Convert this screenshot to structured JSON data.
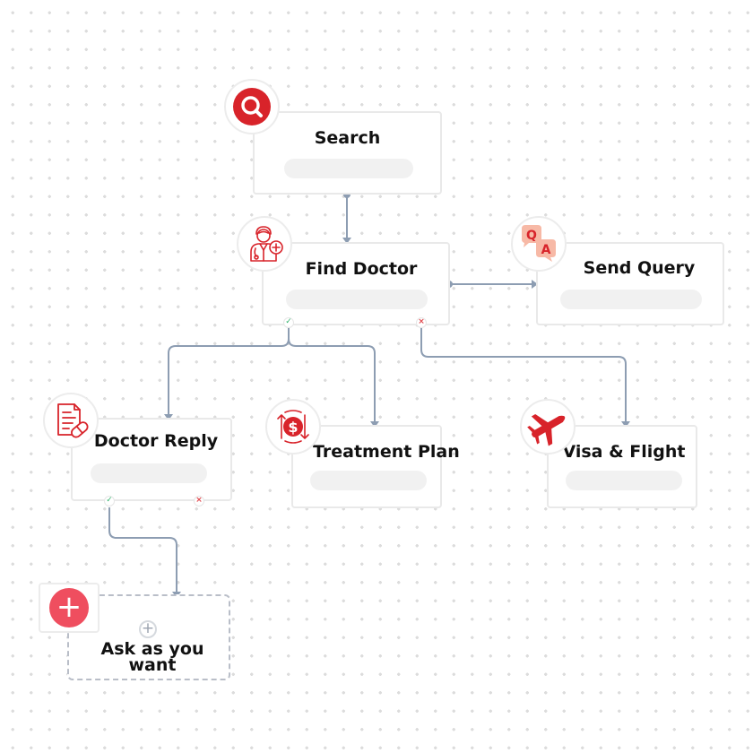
{
  "nodes": {
    "search": {
      "label": "Search"
    },
    "find_doctor": {
      "label": "Find Doctor"
    },
    "send_query": {
      "label": "Send Query"
    },
    "doctor_reply": {
      "label": "Doctor Reply"
    },
    "treatment_plan": {
      "label": "Treatment Plan"
    },
    "visa_flight": {
      "label": "Visa & Flight"
    },
    "ask": {
      "label": "Ask as you want"
    }
  },
  "icons": {
    "search": "search-icon",
    "find_doctor": "doctor-icon",
    "send_query": "qa-chat-icon",
    "doctor_reply": "prescription-icon",
    "treatment_plan": "dollar-exchange-icon",
    "visa_flight": "airplane-icon",
    "add": "plus-icon"
  },
  "qa_letters": {
    "q": "Q",
    "a": "A"
  },
  "colors": {
    "accent": "#d8232a",
    "add_button": "#ef4e5f",
    "connector": "#8d9db2",
    "success": "#31b36b",
    "failure": "#e0474c"
  },
  "port_marks": {
    "yes": "✓",
    "no": "×"
  }
}
